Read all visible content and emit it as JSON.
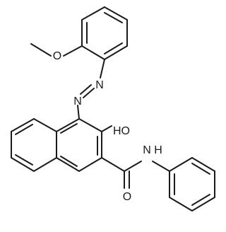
{
  "atom_labels": {
    "methoxy_oxygen": "O",
    "azo_n1": "N",
    "azo_n2": "N",
    "hydroxyl": "HO",
    "amide_n": "N",
    "amide_h": "H",
    "carbonyl_oxygen": "O"
  }
}
